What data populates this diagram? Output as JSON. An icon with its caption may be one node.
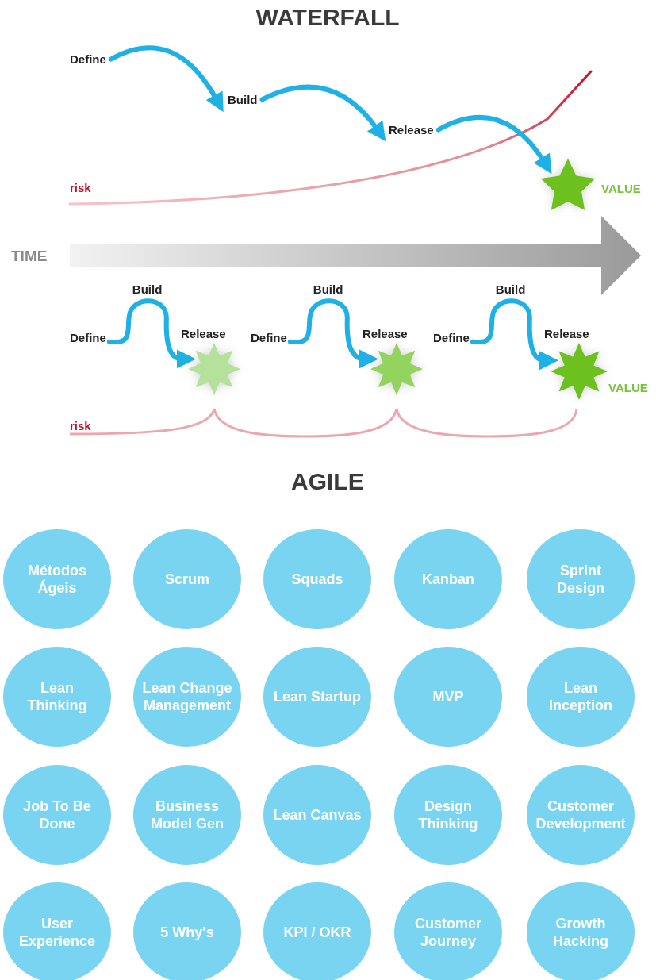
{
  "diagram": {
    "title": "WATERFALL",
    "nodes": [
      {
        "text": [
          "Define"
        ]
      },
      {
        "text": [
          "Build"
        ]
      },
      {
        "text": [
          "Release"
        ]
      },
      {
        "text": [],
        "shape": "star",
        "beside": [
          "VALUE"
        ]
      },
      {
        "text": [
          "Define"
        ]
      },
      {
        "text": [],
        "shape": "star",
        "beside": [
          "Release"
        ]
      },
      {
        "text": [
          "Define"
        ]
      },
      {
        "text": [],
        "shape": "star",
        "beside": [
          "Release"
        ]
      },
      {
        "text": [
          "Define"
        ]
      },
      {
        "text": [],
        "shape": "star",
        "beside": [
          "Release",
          "VALUE"
        ]
      },
      {
        "text": [
          "Métodos Ágeis"
        ]
      },
      {
        "text": [
          "Scrum"
        ]
      },
      {
        "text": [
          "Squads"
        ]
      },
      {
        "text": [
          "Kanban"
        ]
      },
      {
        "text": [
          "Sprint Design"
        ]
      },
      {
        "text": [
          "Lean Thinking"
        ]
      },
      {
        "text": [
          "Lean Change Management"
        ]
      },
      {
        "text": [
          "Lean Startup"
        ]
      },
      {
        "text": [
          "MVP"
        ]
      },
      {
        "text": [
          "Lean Inception"
        ]
      },
      {
        "text": [
          "Job To Be Done"
        ]
      },
      {
        "text": [
          "Business Model Gen"
        ]
      },
      {
        "text": [
          "Lean Canvas"
        ]
      },
      {
        "text": [
          "Design Thinking"
        ]
      },
      {
        "text": [
          "Customer Development"
        ]
      },
      {
        "text": [
          "User Experience"
        ]
      },
      {
        "text": [
          "5 Why's"
        ]
      },
      {
        "text": [
          "KPI / OKR"
        ]
      },
      {
        "text": [
          "Customer Journey"
        ]
      },
      {
        "text": [
          "Growth Hacking"
        ]
      }
    ],
    "edges": [
      {
        "from": 0,
        "to": 1,
        "arrow": "to"
      },
      {
        "from": 1,
        "to": 2,
        "arrow": "to"
      },
      {
        "from": 2,
        "to": 3,
        "arrow": "to"
      },
      {
        "from": 4,
        "to": 5,
        "arrow": "to",
        "label": "Build"
      },
      {
        "from": 6,
        "to": 7,
        "arrow": "to",
        "label": "Build"
      },
      {
        "from": 8,
        "to": 9,
        "arrow": "to",
        "label": "Build"
      }
    ],
    "labels": [
      "risk",
      "TIME",
      "risk",
      "AGILE"
    ]
  }
}
